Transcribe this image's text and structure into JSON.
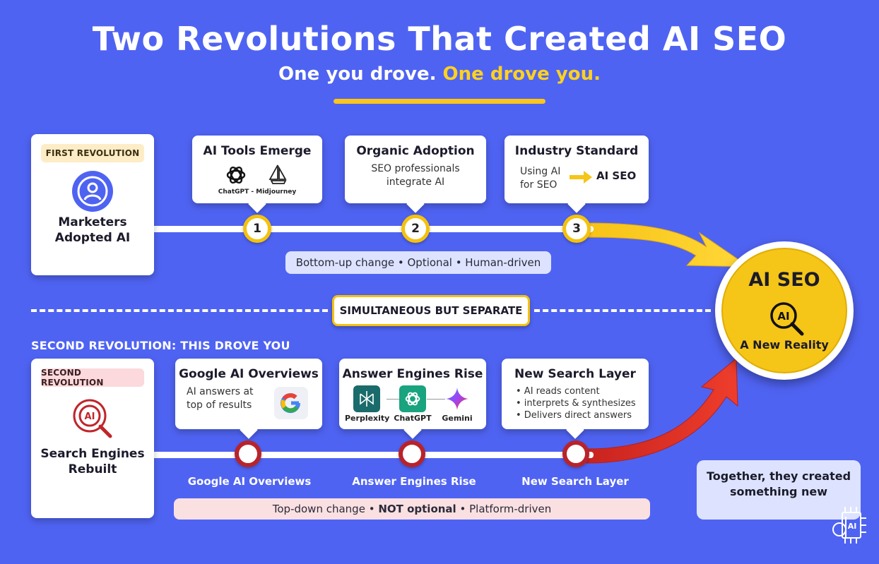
{
  "header": {
    "title": "Two Revolutions That Created AI SEO",
    "subtitle_a": "One you drove.",
    "subtitle_b": "One drove you."
  },
  "first": {
    "tag": "FIRST REVOLUTION",
    "label_line1": "Marketers",
    "label_line2": "Adopted AI",
    "steps": [
      {
        "title": "AI Tools Emerge",
        "caption": "ChatGPT - Midjourney",
        "number": "1"
      },
      {
        "title": "Organic Adoption",
        "line1": "SEO professionals",
        "line2": "integrate AI",
        "number": "2"
      },
      {
        "title": "Industry Standard",
        "line1": "Using AI",
        "line2": "for SEO",
        "result": "AI SEO",
        "number": "3"
      }
    ],
    "summary": "Bottom-up change • Optional • Human-driven"
  },
  "divider": {
    "label": "SIMULTANEOUS BUT SEPARATE"
  },
  "second": {
    "section_label": "SECOND REVOLUTION: THIS DROVE YOU",
    "tag": "SECOND REVOLUTION",
    "label_line1": "Search Engines",
    "label_line2": "Rebuilt",
    "steps": [
      {
        "title": "Google AI Overviews",
        "line1": "AI answers at",
        "line2": "top of results",
        "node_label": "Google AI Overviews"
      },
      {
        "title": "Answer Engines Rise",
        "engines": [
          "Perplexity",
          "ChatGPT",
          "Gemini"
        ],
        "node_label": "Answer Engines Rise"
      },
      {
        "title": "New Search Layer",
        "bullets": [
          "• AI reads content",
          "• interprets & synthesizes",
          "• Delivers direct answers"
        ],
        "node_label": "New Search Layer"
      }
    ],
    "summary_a": "Top-down change •",
    "summary_b": "NOT optional",
    "summary_c": "• Platform-driven"
  },
  "result": {
    "title": "AI SEO",
    "badge": "AI",
    "caption": "A New Reality"
  },
  "together": {
    "line1": "Together, they created",
    "line2": "something new"
  },
  "logo": {
    "text": "AI"
  },
  "colors": {
    "background": "#4f63f2",
    "accent_yellow": "#f5c518",
    "accent_red": "#d8342c",
    "node_red": "#b8232b"
  }
}
